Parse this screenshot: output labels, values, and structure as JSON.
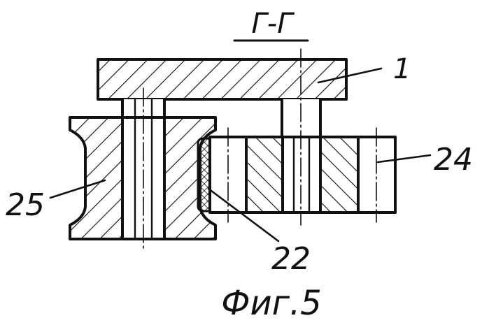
{
  "section_title": "Г-Г",
  "figure_caption": "Фиг.5",
  "callouts": [
    {
      "id": "label-1",
      "text": "1"
    },
    {
      "id": "label-24",
      "text": "24"
    },
    {
      "id": "label-25",
      "text": "25"
    },
    {
      "id": "label-22",
      "text": "22"
    }
  ]
}
